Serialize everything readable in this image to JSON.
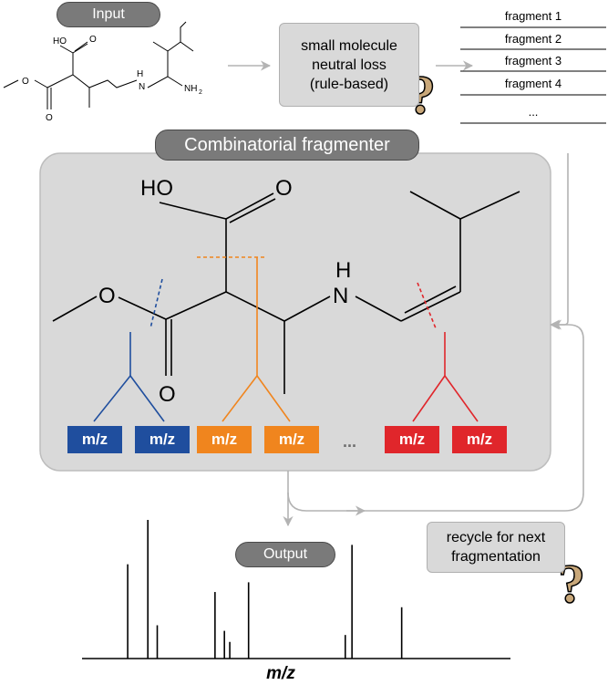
{
  "labels": {
    "input": "Input",
    "output": "Output",
    "combinatorial": "Combinatorial fragmenter",
    "neutral_loss": [
      "small molecule",
      "neutral loss",
      "(rule-based)"
    ],
    "recycle": [
      "recycle for next",
      "fragmentation"
    ],
    "axis": "m/z",
    "question_mark": "?",
    "ellipsis": "..."
  },
  "fragments": [
    "fragment 1",
    "fragment 2",
    "fragment 3",
    "fragment 4",
    "..."
  ],
  "mz_boxes": [
    {
      "label": "m/z",
      "color": "#1f4e9e"
    },
    {
      "label": "m/z",
      "color": "#1f4e9e"
    },
    {
      "label": "m/z",
      "color": "#f0851e"
    },
    {
      "label": "m/z",
      "color": "#f0851e"
    },
    {
      "label": "m/z",
      "color": "#e0262b"
    },
    {
      "label": "m/z",
      "color": "#e0262b"
    }
  ],
  "small_molecule_atoms": {
    "hydroxyl": "HO",
    "carbonyl_o1": "O",
    "ester_o": "O",
    "carbonyl_o2": "O",
    "amine": "H",
    "amine_n": "N",
    "nh2": "NH"
  },
  "big_molecule_atoms": {
    "hydroxyl": "HO",
    "carbonyl_o1": "O",
    "ether_o": "O",
    "carbonyl_o2": "O",
    "amine_h": "H",
    "amine_n": "N"
  },
  "spectrum": {
    "peaks": [
      {
        "mz": 1.0,
        "intensity": 0.68
      },
      {
        "mz": 2.5,
        "intensity": 1.0
      },
      {
        "mz": 3.2,
        "intensity": 0.24
      },
      {
        "mz": 7.5,
        "intensity": 0.48
      },
      {
        "mz": 8.2,
        "intensity": 0.2
      },
      {
        "mz": 8.6,
        "intensity": 0.12
      },
      {
        "mz": 10.0,
        "intensity": 0.55
      },
      {
        "mz": 17.2,
        "intensity": 0.17
      },
      {
        "mz": 17.7,
        "intensity": 0.82
      },
      {
        "mz": 21.4,
        "intensity": 0.37
      }
    ],
    "xlim": [
      -2.4,
      29.5
    ]
  },
  "colors": {
    "blue": "#1f4e9e",
    "orange": "#f0851e",
    "red": "#e0262b",
    "arrow": "#b3b3b3",
    "panel": "#d9d9d9",
    "pill": "#7a7a7a",
    "question": "#c9a87a"
  }
}
